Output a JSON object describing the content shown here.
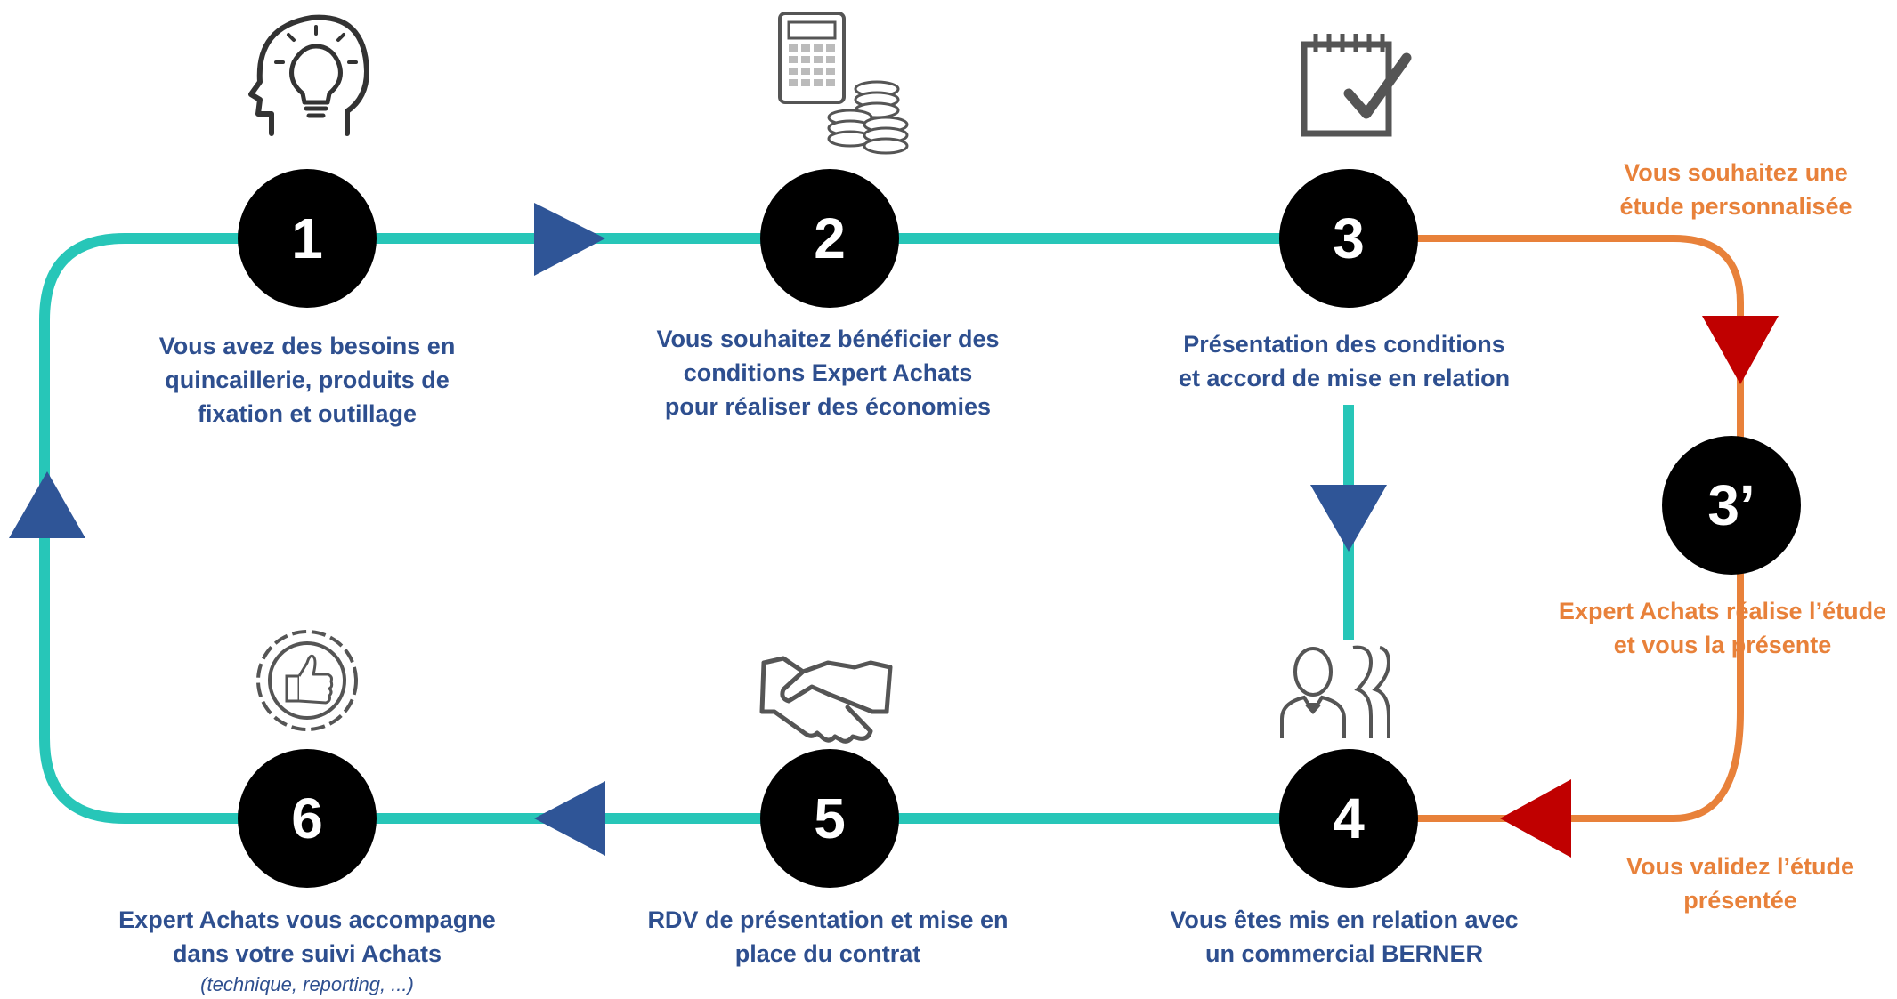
{
  "colors": {
    "main_path": "#27c6b8",
    "alt_path": "#e8813a",
    "blue_arrow": "#2f5597",
    "red_arrow": "#c00000",
    "circle": "#000000",
    "text_blue": "#2e4f8f",
    "text_orange": "#e8813a",
    "icon_gray": "#555555"
  },
  "steps": [
    {
      "number": "1",
      "icon": "lightbulb-head-icon",
      "caption": [
        "Vous avez des besoins en",
        "quincaillerie, produits de",
        "fixation et outillage"
      ]
    },
    {
      "number": "2",
      "icon": "calculator-coins-icon",
      "caption": [
        "Vous souhaitez bénéficier des",
        "conditions Expert Achats",
        "pour réaliser des économies"
      ]
    },
    {
      "number": "3",
      "icon": "checklist-notepad-icon",
      "caption": [
        "Présentation des conditions",
        "et accord de mise en relation"
      ]
    },
    {
      "number": "3’",
      "icon": "",
      "caption": [
        "Expert Achats réalise l’étude",
        "et vous la présente"
      ]
    },
    {
      "number": "4",
      "icon": "team-people-icon",
      "caption": [
        "Vous êtes mis en relation avec",
        "un commercial BERNER"
      ]
    },
    {
      "number": "5",
      "icon": "handshake-icon",
      "caption": [
        "RDV de présentation et mise en",
        "place du contrat"
      ]
    },
    {
      "number": "6",
      "icon": "gear-thumbs-up-icon",
      "caption": [
        "Expert Achats vous accompagne",
        "dans votre suivi Achats"
      ],
      "note": "(technique, reporting, ...)"
    }
  ],
  "side_labels": {
    "personalized_study": [
      "Vous souhaitez une",
      "étude personnalisée"
    ],
    "validate_study": [
      "Vous validez l’étude",
      "présentée"
    ]
  }
}
